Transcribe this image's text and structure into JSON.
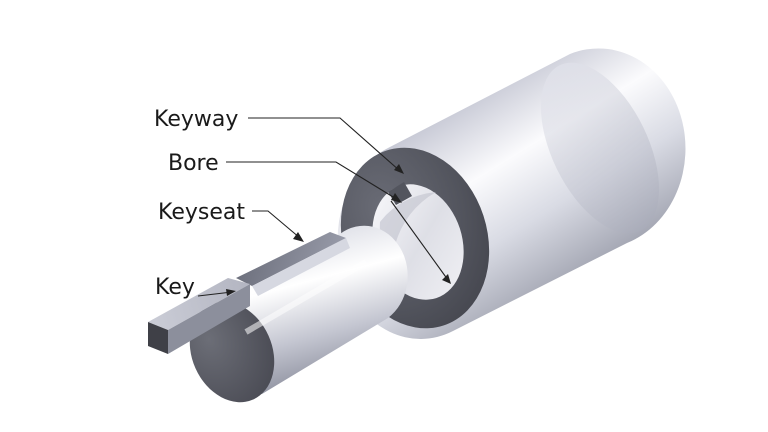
{
  "labels": {
    "keyway": "Keyway",
    "bore": "Bore",
    "keyseat": "Keyseat",
    "key": "Key"
  },
  "colors": {
    "background": "#ffffff",
    "metal_light": "#f3f4f8",
    "metal_mid": "#b9bccb",
    "metal_dark": "#6b6e7c",
    "face_dark": "#4d4f58",
    "text": "#1a1a1a"
  }
}
